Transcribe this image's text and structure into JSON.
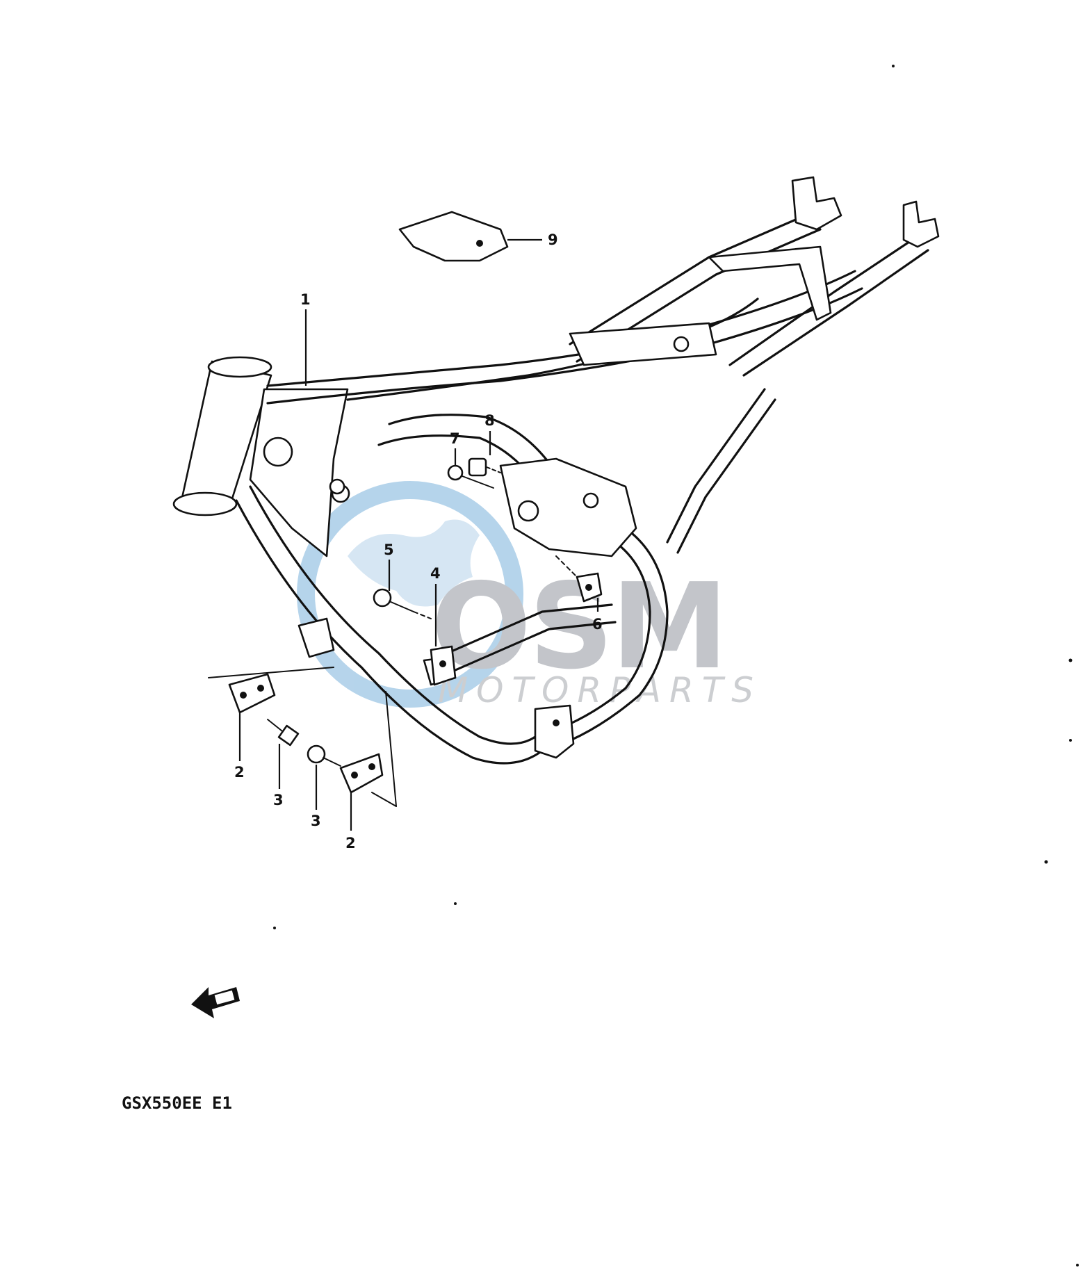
{
  "diagram": {
    "model_code": "GSX550EE E1",
    "callouts": [
      {
        "id": "1",
        "label": "1"
      },
      {
        "id": "2a",
        "label": "2"
      },
      {
        "id": "2b",
        "label": "2"
      },
      {
        "id": "3a",
        "label": "3"
      },
      {
        "id": "3b",
        "label": "3"
      },
      {
        "id": "4",
        "label": "4"
      },
      {
        "id": "5",
        "label": "5"
      },
      {
        "id": "6",
        "label": "6"
      },
      {
        "id": "7",
        "label": "7"
      },
      {
        "id": "8",
        "label": "8"
      },
      {
        "id": "9",
        "label": "9"
      }
    ],
    "watermark": {
      "brand": "OSM",
      "tagline": "MOTORPARTS"
    },
    "colors": {
      "line": "#111111",
      "watermark_blue": "#a9cde8",
      "watermark_gray": "#b9bcc1"
    }
  }
}
